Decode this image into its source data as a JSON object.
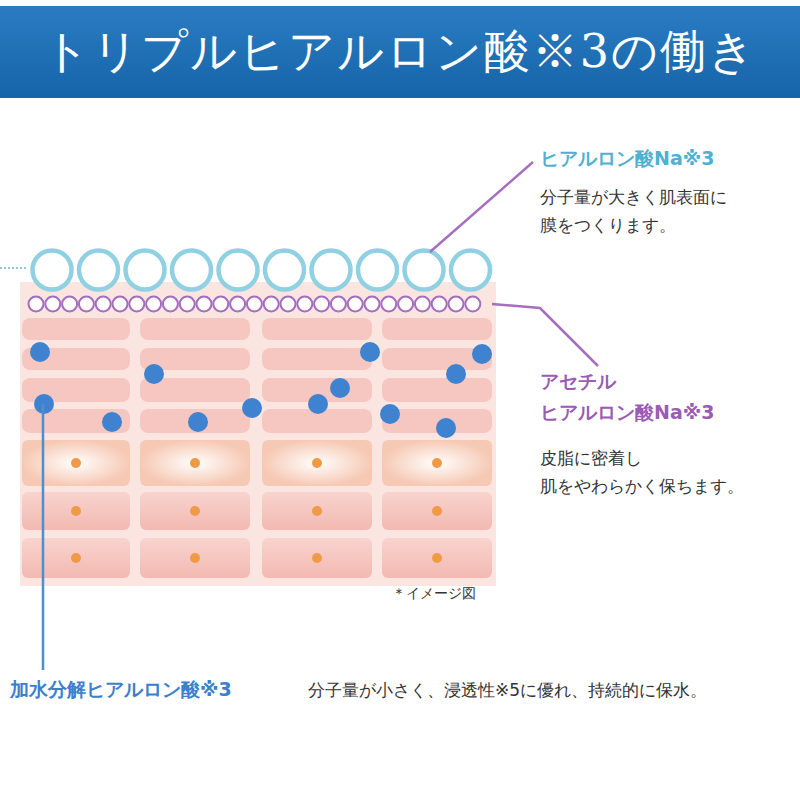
{
  "diagram": {
    "title": "トリプルヒアルロン酸※3の働き",
    "labels": [
      "ヒアルロン酸Na※3",
      "分子量が大きく肌表面に 膜をつくります。",
      "アセチル ヒアルロン酸Na※3",
      "皮脂に密着し 肌をやわらかく保ちます。",
      "＊イメージ図",
      "加水分解ヒアルロン酸※3",
      "分子量が小さく、浸透性※5に優れ、持続的に保水。"
    ]
  }
}
